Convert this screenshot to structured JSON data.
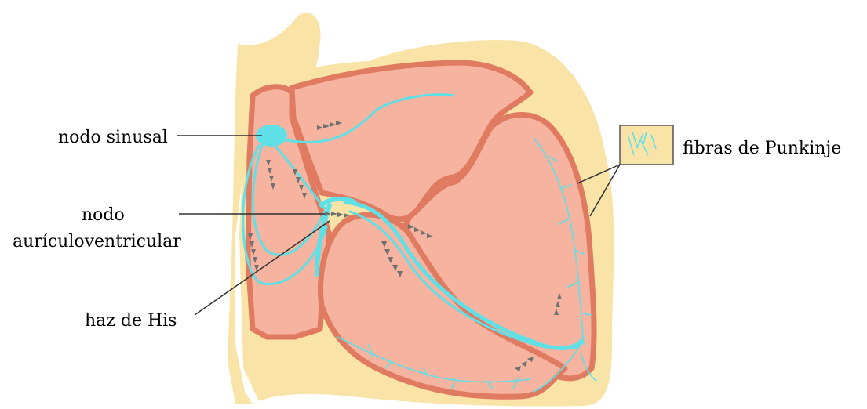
{
  "labels": {
    "sa_node": "nodo sinusal",
    "av_node_line1": "nodo",
    "av_node_line2": "aurículoventricular",
    "his_bundle": "haz de His",
    "purkinje": "fibras de Punkinje"
  },
  "colors": {
    "tissue": "#f9e3a6",
    "muscle": "#f5b3a0",
    "muscle_edge": "#e07a60",
    "conduction": "#5ee0e6",
    "arrow": "#707070",
    "leader": "#303030"
  }
}
